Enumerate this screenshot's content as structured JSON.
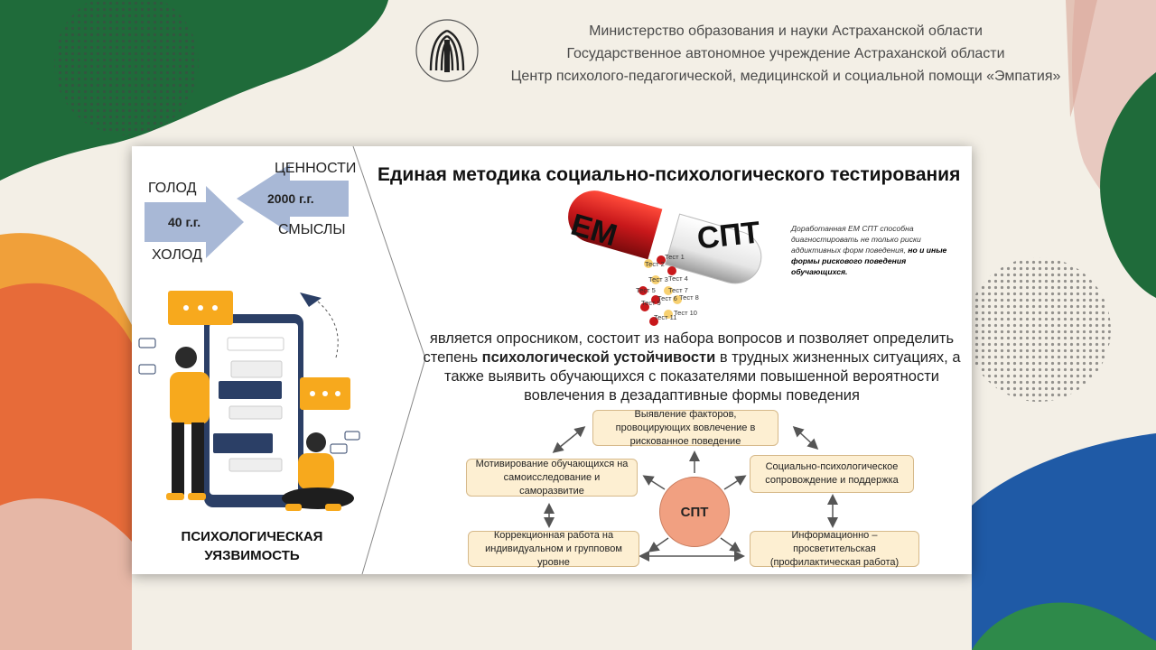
{
  "header": {
    "line1": "Министерство образования и науки Астраханской области",
    "line2": "Государственное автономное учреждение Астраханской области",
    "line3": "Центр психолого-педагогической, медицинской и социальной помощи «Эмпатия»"
  },
  "slide": {
    "title": "Единая методика социально-психологического тестирования",
    "left": {
      "golod": "ГОЛОД",
      "years1": "40 г.г.",
      "holod": "ХОЛОД",
      "cennosti": "ЦЕННОСТИ",
      "years2": "2000 г.г.",
      "smysly": "СМЫСЛЫ",
      "vuln1": "ПСИХОЛОГИЧЕСКАЯ",
      "vuln2": "УЯЗВИМОСТЬ"
    },
    "pill": {
      "left": "ЕМ",
      "right": "СПТ"
    },
    "tests": [
      "Тест 1",
      "Тест 2",
      "Тест 3",
      "Тест 4",
      "Тест 5",
      "Тест 6",
      "Тест 7",
      "Тест 8",
      "Тест 9",
      "Тест 10",
      "Тест 11"
    ],
    "desc": {
      "normal": "Доработанная ЕМ СПТ способна диагностировать не только риски аддиктивных форм поведения,",
      "bold": "но и иные формы рискового поведения обучающихся."
    },
    "para": {
      "p1": "является опросником, состоит из набора вопросов и позволяет определить степень ",
      "bold": "психологической устойчивости",
      "p2": " в трудных жизненных ситуациях, а также выявить обучающихся с показателями повышенной вероятности вовлечения в дезадаптивные формы поведения"
    },
    "center": "СПТ",
    "boxes": {
      "top": "Выявление факторов, провоцирующих вовлечение в рискованное поведение",
      "left": "Мотивирование обучающихся на самоисследование и саморазвитие",
      "right": "Социально-психологическое сопровождение и поддержка",
      "bottom_left": "Коррекционная работа на индивидуальном и групповом уровне",
      "bottom_right": "Информационно – просветительская (профилактическая работа)"
    }
  },
  "colors": {
    "green": "#1f6b3a",
    "orange": "#f08a2b",
    "blue": "#1f5aa6",
    "pill_red": "#c8181b",
    "arrow": "#a8b8d6",
    "box_fill": "#fdefd2",
    "spt": "#f1a081"
  }
}
